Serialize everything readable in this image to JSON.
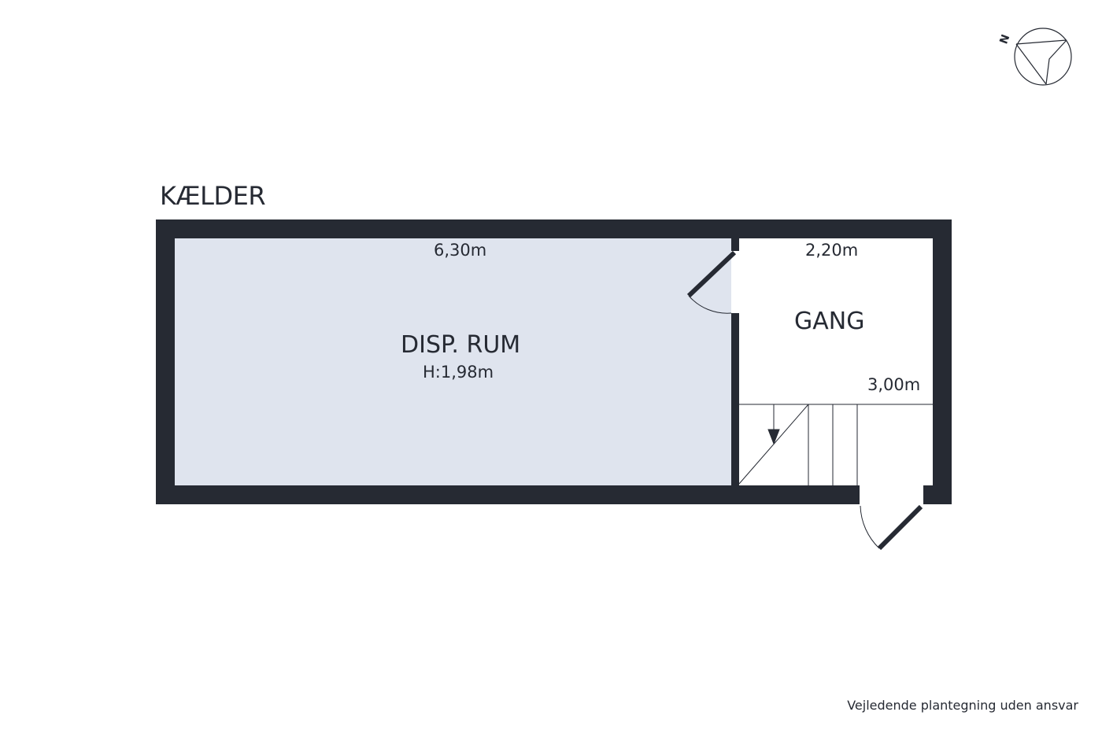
{
  "floor_label": "KÆLDER",
  "compass": {
    "label": "N"
  },
  "rooms": [
    {
      "name": "DISP. RUM",
      "height": "H:1,98m",
      "width_dim": "6,30m"
    },
    {
      "name": "GANG",
      "width_dim": "2,20m",
      "length_dim": "3,00m"
    }
  ],
  "disclaimer": "Vejledende plantegning uden ansvar",
  "colors": {
    "wall": "#262a33",
    "room_fill": "#dfe4ee"
  }
}
